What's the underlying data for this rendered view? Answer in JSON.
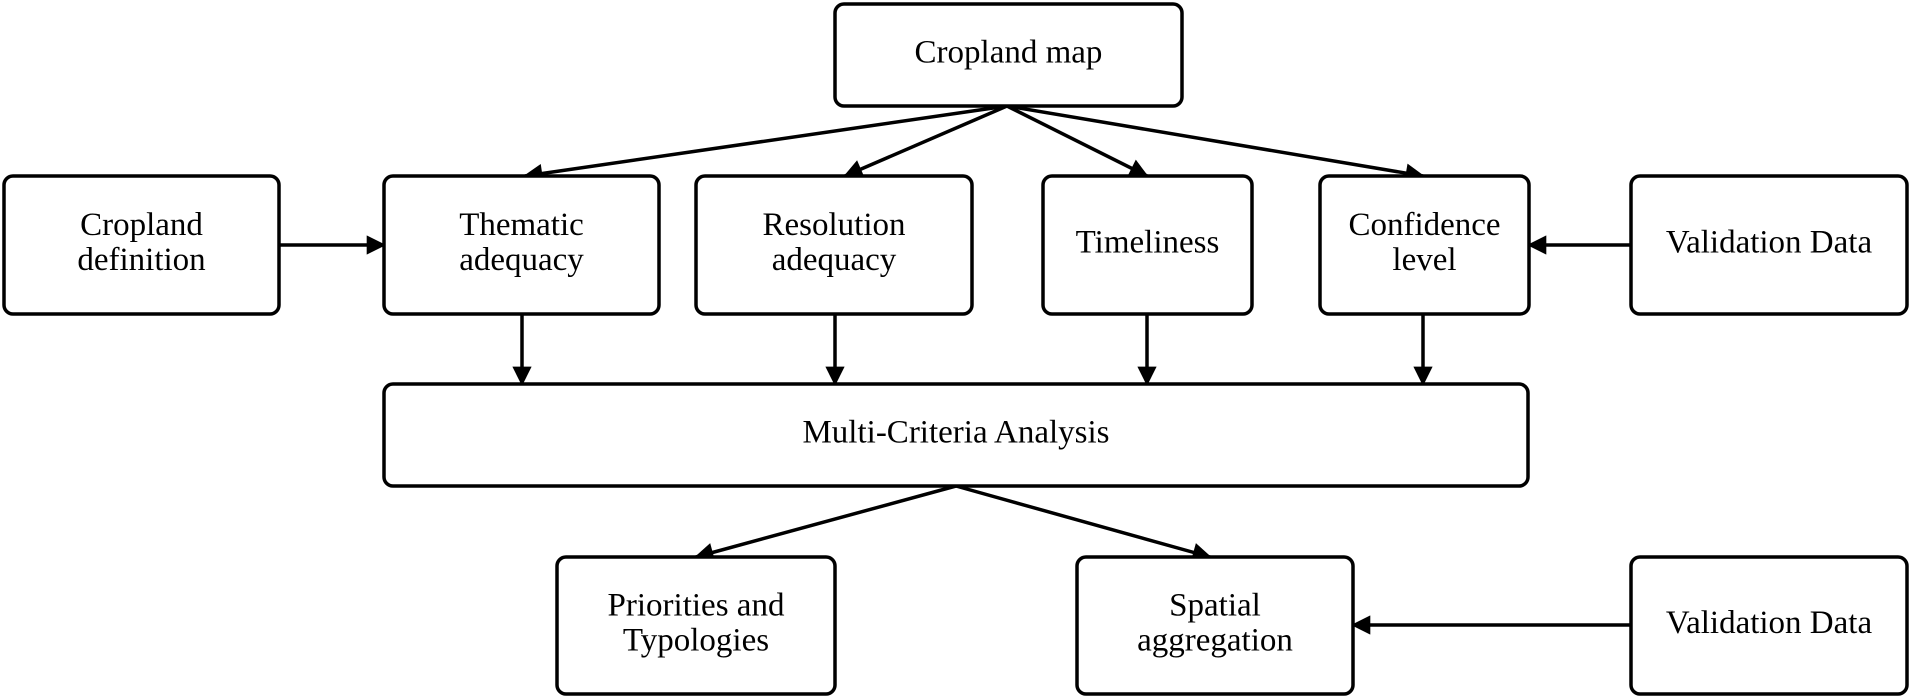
{
  "nodes": {
    "cropland_map": [
      "Cropland map"
    ],
    "cropland_definition": [
      "Cropland",
      "definition"
    ],
    "thematic_adequacy": [
      "Thematic",
      "adequacy"
    ],
    "resolution_adequacy": [
      "Resolution",
      "adequacy"
    ],
    "timeliness": [
      "Timeliness"
    ],
    "confidence_level": [
      "Confidence",
      "level"
    ],
    "validation_data_top": [
      "Validation Data"
    ],
    "multi_criteria_analysis": [
      "Multi-Criteria Analysis"
    ],
    "priorities_typologies": [
      "Priorities and",
      "Typologies"
    ],
    "spatial_aggregation": [
      "Spatial",
      "aggregation"
    ],
    "validation_data_bottom": [
      "Validation Data"
    ]
  },
  "edges": [
    {
      "from": "cropland_map",
      "to": "thematic_adequacy"
    },
    {
      "from": "cropland_map",
      "to": "resolution_adequacy"
    },
    {
      "from": "cropland_map",
      "to": "timeliness"
    },
    {
      "from": "cropland_map",
      "to": "confidence_level"
    },
    {
      "from": "cropland_definition",
      "to": "thematic_adequacy"
    },
    {
      "from": "validation_data_top",
      "to": "confidence_level"
    },
    {
      "from": "thematic_adequacy",
      "to": "multi_criteria_analysis"
    },
    {
      "from": "resolution_adequacy",
      "to": "multi_criteria_analysis"
    },
    {
      "from": "timeliness",
      "to": "multi_criteria_analysis"
    },
    {
      "from": "confidence_level",
      "to": "multi_criteria_analysis"
    },
    {
      "from": "multi_criteria_analysis",
      "to": "priorities_typologies"
    },
    {
      "from": "multi_criteria_analysis",
      "to": "spatial_aggregation"
    },
    {
      "from": "validation_data_bottom",
      "to": "spatial_aggregation"
    }
  ]
}
